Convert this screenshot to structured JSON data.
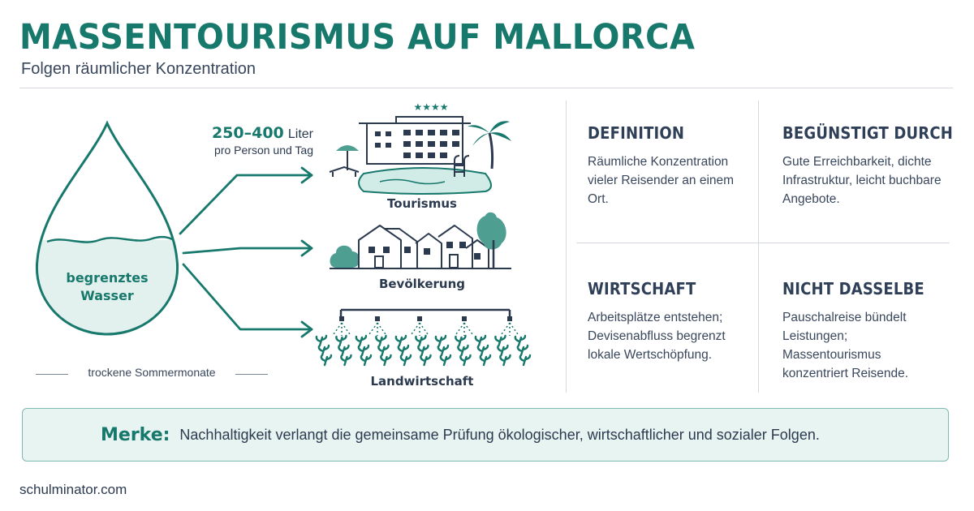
{
  "header": {
    "title": "MASSENTOURISMUS AUF MALLORCA",
    "subtitle": "Folgen räumlicher Konzentration"
  },
  "diagram": {
    "drop_label_line1": "begrenztes",
    "drop_label_line2": "Wasser",
    "caption": "trockene Sommermonate",
    "consumption_value": "250–400",
    "consumption_unit": "Liter",
    "consumption_sub": "pro Person und Tag",
    "hotel_stars": "★★★★",
    "targets": [
      {
        "label": "Tourismus",
        "icon": "hotel-pool-icon"
      },
      {
        "label": "Bevölkerung",
        "icon": "houses-icon"
      },
      {
        "label": "Landwirtschaft",
        "icon": "irrigation-field-icon"
      }
    ]
  },
  "cards": [
    {
      "title": "DEFINITION",
      "text": "Räumliche Konzentration vieler Reisender an einem Ort."
    },
    {
      "title": "BEGÜNSTIGT DURCH",
      "text": "Gute Erreichbarkeit, dichte Infrastruktur, leicht buchbare Angebote."
    },
    {
      "title": "WIRTSCHAFT",
      "text": "Arbeitsplätze entstehen; Devisenabfluss begrenzt lokale Wertschöpfung."
    },
    {
      "title": "NICHT DASSELBE",
      "text": "Pauschalreise bündelt Leistungen; Massentourismus konzentriert Reisende."
    }
  ],
  "merke": {
    "label": "Merke:",
    "text": "Nachhaltigkeit verlangt die gemeinsame Prüfung ökologischer, wirtschaftlicher und sozialer Folgen."
  },
  "footer": {
    "site": "schulminator.com"
  },
  "colors": {
    "accent": "#17786c",
    "accent_light": "#4f9e92",
    "water_fill": "#e3f1ee",
    "text": "#2c3a4f"
  }
}
